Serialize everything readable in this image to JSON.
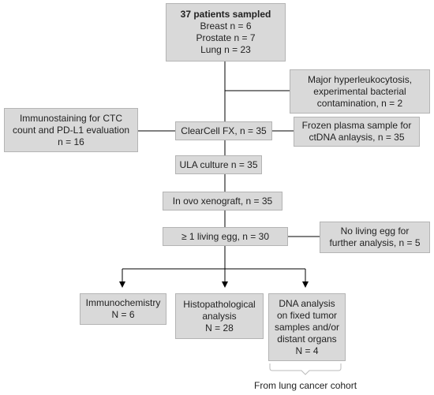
{
  "nodes": {
    "sampled": {
      "title": "37 patients sampled",
      "lines": [
        "Breast n = 6",
        "Prostate n = 7",
        "Lung n = 23"
      ]
    },
    "excluded": {
      "lines": [
        "Major hyperleukocytosis,",
        "experimental bacterial",
        "contamination, n = 2"
      ]
    },
    "immunostaining": {
      "lines": [
        "Immunostaining for CTC",
        "count and PD-L1 evaluation",
        "n = 16"
      ]
    },
    "clearcell": {
      "lines": [
        "ClearCell FX, n = 35"
      ]
    },
    "plasma": {
      "lines": [
        "Frozen plasma sample for",
        "ctDNA anlaysis, n = 35"
      ]
    },
    "ula": {
      "lines": [
        "ULA culture n = 35"
      ]
    },
    "xenograft": {
      "lines": [
        "In ovo xenograft, n = 35"
      ]
    },
    "living": {
      "lines": [
        "≥ 1 living egg, n = 30"
      ]
    },
    "noliving": {
      "lines": [
        "No living egg for",
        "further analysis, n = 5"
      ]
    },
    "immunochem": {
      "lines": [
        "Immunochemistry",
        "N = 6"
      ]
    },
    "histo": {
      "lines": [
        "Histopathological",
        "analysis",
        "N = 28"
      ]
    },
    "dna": {
      "lines": [
        "DNA analysis",
        "on fixed tumor",
        "samples and/or",
        "distant organs",
        "N =  4"
      ]
    }
  },
  "footnote": "From lung cancer cohort",
  "colors": {
    "box_fill": "#d9d9d9",
    "box_border": "#b4b4b4",
    "connector": "#000000"
  }
}
